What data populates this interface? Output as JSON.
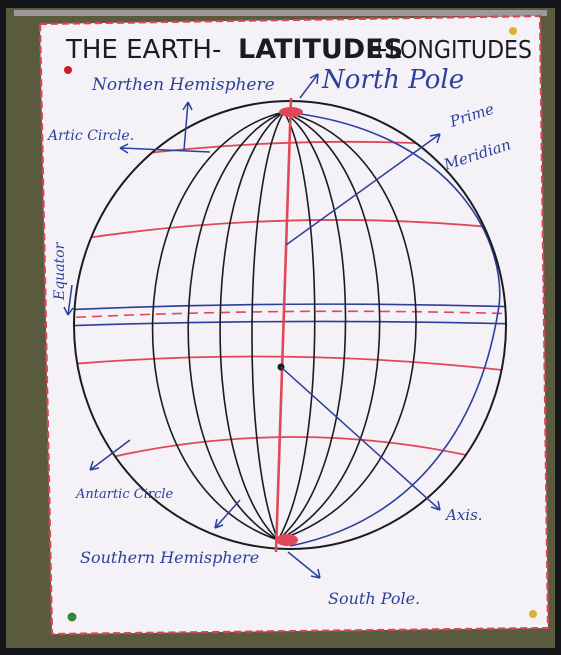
{
  "title": {
    "part1": "THE EARTH-",
    "part2": "LATITUDES",
    "part3": "+LONGITUDES"
  },
  "labels": {
    "northern_hemisphere": "Northen Hemisphere",
    "north_pole": "North Pole",
    "arctic_circle": "Artic Circle.",
    "prime_meridian_1": "Prime",
    "prime_meridian_2": "Meridian",
    "equator": "Equator",
    "axis": "Axis.",
    "antarctic_circle": "Antartic Circle",
    "southern_hemisphere": "Southern Hemisphere",
    "south_pole": "South Pole."
  },
  "colors": {
    "board": "#5a5b3e",
    "paper": "#f4f2f6",
    "border_red": "#d8435a",
    "ink_black": "#1b1b22",
    "ink_blue": "#2c3f9c",
    "ink_red": "#e0485a",
    "pin_green": "#2f8a3a",
    "pin_yellow": "#e0b12a",
    "pin_red": "#c8202a"
  }
}
